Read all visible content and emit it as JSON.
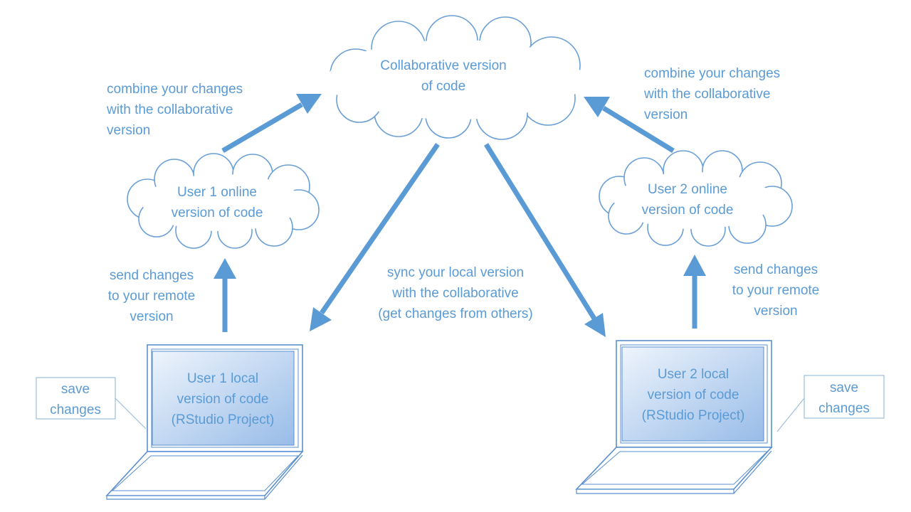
{
  "colors": {
    "accent": "#5b9bd5",
    "line": "#6a9fd6",
    "screen_light": "#e8f0fb",
    "screen_dark": "#9dbfe9",
    "laptop_outline": "#5a8fcf"
  },
  "clouds": {
    "collaborative": {
      "line1": "Collaborative version",
      "line2": "of code"
    },
    "user1_online": {
      "line1": "User 1 online",
      "line2": "version of code"
    },
    "user2_online": {
      "line1": "User 2 online",
      "line2": "version of code"
    }
  },
  "labels": {
    "combine_left": [
      "combine your changes",
      "with the collaborative",
      "version"
    ],
    "combine_right": [
      "combine your changes",
      "with the collaborative",
      "version"
    ],
    "send_left": [
      "send changes",
      "to your remote",
      "version"
    ],
    "send_right": [
      "send changes",
      "to your remote",
      "version"
    ],
    "sync": [
      "sync your local version",
      "with the collaborative",
      "(get changes from others)"
    ]
  },
  "laptops": {
    "user1": {
      "line1": "User 1 local",
      "line2": "version of code",
      "line3": "(RStudio Project)"
    },
    "user2": {
      "line1": "User 2 local",
      "line2": "version of code",
      "line3": "(RStudio Project)"
    }
  },
  "callouts": {
    "left": {
      "line1": "save",
      "line2": "changes"
    },
    "right": {
      "line1": "save",
      "line2": "changes"
    }
  },
  "icons": {
    "cloud": "cloud-icon",
    "laptop": "laptop-icon",
    "arrow": "arrow-icon"
  }
}
